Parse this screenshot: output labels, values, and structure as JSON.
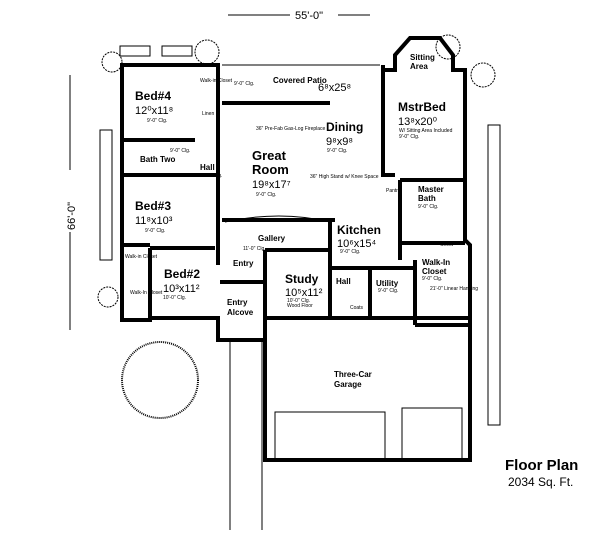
{
  "dimensions": {
    "width": "55'-0\"",
    "depth": "66'-0\""
  },
  "title": {
    "label": "Floor Plan",
    "area": "2034 Sq. Ft."
  },
  "rooms": {
    "bed4": {
      "name": "Bed#4",
      "size": "12⁰x11⁸",
      "note": "9'-0\" Clg."
    },
    "bath2": {
      "name": "Bath Two",
      "note": "9'-0\" Clg."
    },
    "bed3": {
      "name": "Bed#3",
      "size": "11⁸x10³",
      "note": "9'-0\" Clg."
    },
    "bed2": {
      "name": "Bed#2",
      "size": "10³x11²",
      "note": "10'-0\" Clg."
    },
    "patio": {
      "name": "Covered Patio",
      "size": "6⁸x25⁸",
      "note": "9'-0\" Clg."
    },
    "great": {
      "name": "Great Room",
      "size": "19⁸x17⁷",
      "note": "9'-0\" Clg."
    },
    "dining": {
      "name": "Dining",
      "size": "9⁸x9⁸",
      "note": "9'-0\" Clg."
    },
    "sitting": {
      "name": "Sitting Area"
    },
    "master": {
      "name": "MstrBed",
      "size": "13⁸x20⁰",
      "note": "W/ Sitting Area Included",
      "note2": "9'-0\" Clg."
    },
    "mbath": {
      "name": "Master Bath",
      "note": "9'-0\" Clg."
    },
    "kitchen": {
      "name": "Kitchen",
      "size": "10⁶x15⁴",
      "note": "9'-0\" Clg."
    },
    "gallery": {
      "name": "Gallery",
      "note": "11'-0\" Clg."
    },
    "entry": {
      "name": "Entry"
    },
    "alcove": {
      "name": "Entry Alcove"
    },
    "study": {
      "name": "Study",
      "size": "10⁵x11²",
      "note": "10'-0\" Clg.",
      "note2": "Wood Floor"
    },
    "hall": {
      "name": "Hall",
      "note": "9'-0\" Clg."
    },
    "hall2": {
      "name": "Hall"
    },
    "utility": {
      "name": "Utility",
      "note": "9'-0\" Clg."
    },
    "wic": {
      "name": "Walk-In Closet",
      "note": "9'-0\" Clg.",
      "note2": "21'-0\" Linear Hanging"
    },
    "garage": {
      "name": "Three-Car Garage"
    }
  },
  "small_labels": {
    "walkin1": "Walk-in Closet",
    "walkin2": "Walk-in Closet",
    "walkin3": "Walk-In Closet",
    "linen": "Linen",
    "pantry": "Pantry",
    "chest": "Chest",
    "coats": "Coats",
    "fireplace": "36\" Pre-Fab Gas-Log Fireplace",
    "bar": "36\" High Stand w/ Knee Space"
  }
}
